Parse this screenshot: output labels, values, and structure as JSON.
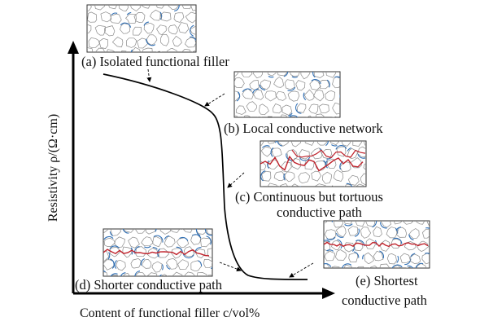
{
  "axes": {
    "y_label": "Resistivity ρ/(Ω·cm)",
    "x_label": "Content of functional filler c/vol%"
  },
  "panels": [
    {
      "key": "a",
      "label_lines": [
        "(a) Isolated functional filler"
      ],
      "conductive_path": "none"
    },
    {
      "key": "b",
      "label_lines": [
        "(b) Local conductive network"
      ],
      "conductive_path": "none"
    },
    {
      "key": "c",
      "label_lines": [
        "(c) Continuous but tortuous",
        "conductive path"
      ],
      "conductive_path": "tortuous"
    },
    {
      "key": "d",
      "label_lines": [
        "(d) Shorter conductive path"
      ],
      "conductive_path": "shorter"
    },
    {
      "key": "e",
      "label_lines": [
        "(e) Shortest",
        "conductive path"
      ],
      "conductive_path": "shortest"
    }
  ],
  "colors": {
    "curve": "#000000",
    "grain_outline": "#8a8a8a",
    "filler": "#2f6fb5",
    "conductive_path": "#c0222b"
  }
}
